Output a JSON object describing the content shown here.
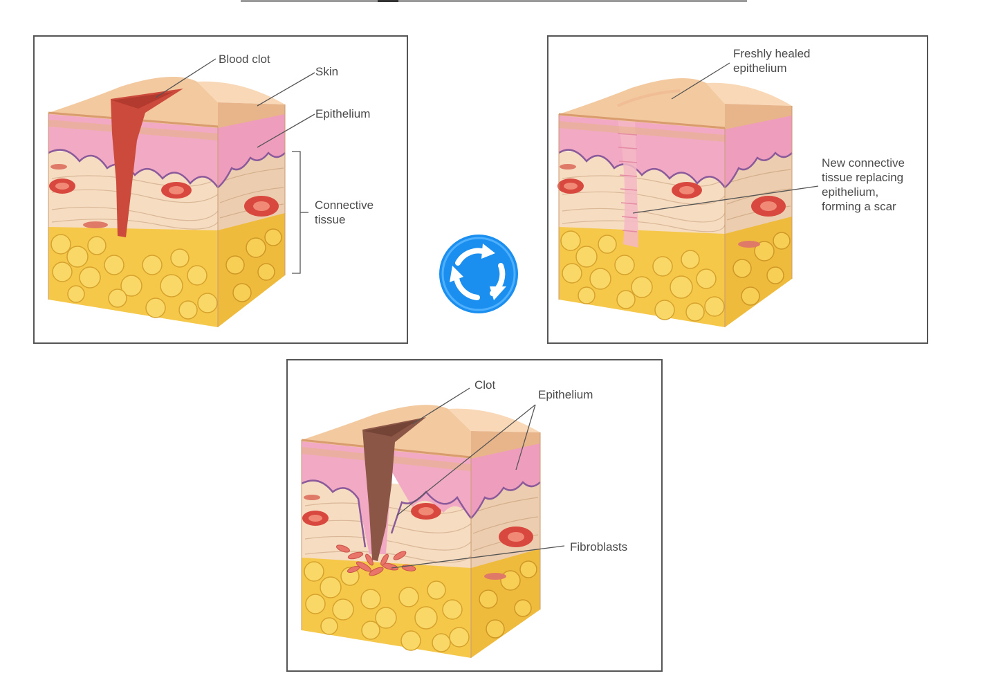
{
  "panels": {
    "top_left": {
      "labels": {
        "blood_clot": "Blood clot",
        "skin": "Skin",
        "epithelium": "Epithelium",
        "connective_tissue": "Connective\ntissue"
      }
    },
    "top_right": {
      "labels": {
        "freshly_healed": "Freshly healed\nepithelium",
        "new_connective": "New connective\ntissue replacing\nepithelium,\nforming a scar"
      }
    },
    "bottom": {
      "labels": {
        "clot": "Clot",
        "epithelium": "Epithelium",
        "fibroblasts": "Fibroblasts"
      }
    }
  },
  "icons": {
    "center": "cycle-arrows-icon"
  },
  "colors": {
    "skin_top": "#f3c9a0",
    "skin_side": "#e8b48a",
    "epithelium": "#f2a9c4",
    "connective": "#f6dcc1",
    "fat": "#f5c84a",
    "clot_red": "#cc4a3c",
    "clot_brown": "#8c5646",
    "cycle_blue": "#1a8ff0"
  }
}
